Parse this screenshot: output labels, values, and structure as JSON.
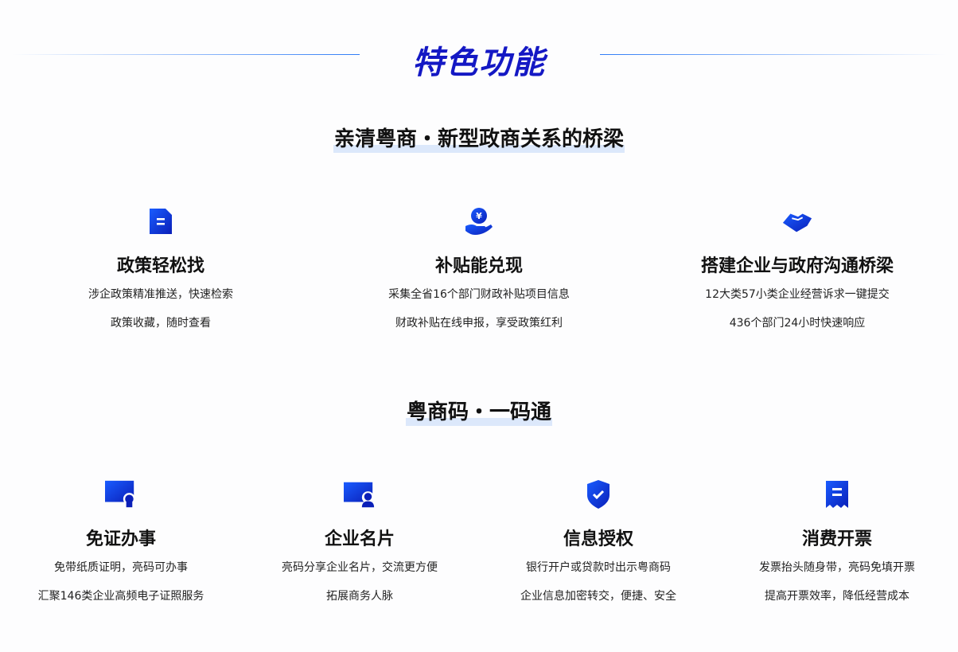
{
  "title": "特色功能",
  "section1": {
    "heading": "亲清粤商・新型政商关系的桥梁",
    "items": [
      {
        "icon": "document-icon",
        "title": "政策轻松找",
        "lines": [
          "涉企政策精准推送，快速检索",
          "政策收藏，随时查看"
        ]
      },
      {
        "icon": "subsidy-hand-icon",
        "title": "补贴能兑现",
        "lines": [
          "采集全省16个部门财政补贴项目信息",
          "财政补贴在线申报，享受政策红利"
        ]
      },
      {
        "icon": "handshake-icon",
        "title": "搭建企业与政府沟通桥梁",
        "lines": [
          "12大类57小类企业经营诉求一键提交",
          "436个部门24小时快速响应"
        ]
      }
    ]
  },
  "section2": {
    "heading": "粤商码・一码通",
    "items": [
      {
        "icon": "certificate-icon",
        "title": "免证办事",
        "lines": [
          "免带纸质证明，亮码可办事",
          "汇聚146类企业高频电子证照服务"
        ]
      },
      {
        "icon": "business-card-icon",
        "title": "企业名片",
        "lines": [
          "亮码分享企业名片，交流更方便",
          "拓展商务人脉"
        ]
      },
      {
        "icon": "shield-check-icon",
        "title": "信息授权",
        "lines": [
          "银行开户或贷款时出示粤商码",
          "企业信息加密转交，便捷、安全"
        ]
      },
      {
        "icon": "receipt-icon",
        "title": "消费开票",
        "lines": [
          "发票抬头随身带，亮码免填开票",
          "提高开票效率，降低经营成本"
        ]
      }
    ]
  }
}
